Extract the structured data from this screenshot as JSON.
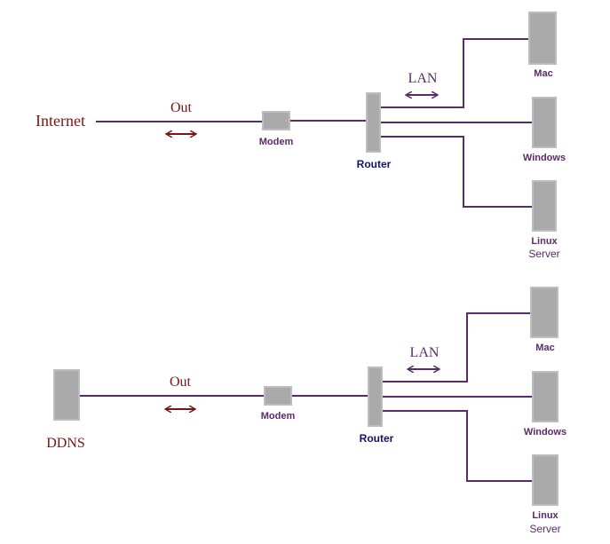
{
  "colors": {
    "line": "#5a2a6a",
    "red_text": "#7a1515",
    "purple_text": "#5a2a6a",
    "router_text": "#14146e",
    "box_fill": "#aaaaaa",
    "box_border": "#bdbdbd"
  },
  "diagram_top": {
    "source_label": "Internet",
    "out_label": "Out",
    "modem_label": "Modem",
    "router_label": "Router",
    "lan_label": "LAN",
    "mac_label": "Mac",
    "windows_label": "Windows",
    "linux_label_line1": "Linux",
    "linux_label_line2": "Server"
  },
  "diagram_bottom": {
    "source_label": "DDNS",
    "out_label": "Out",
    "modem_label": "Modem",
    "router_label": "Router",
    "lan_label": "LAN",
    "mac_label": "Mac",
    "windows_label": "Windows",
    "linux_label_line1": "Linux",
    "linux_label_line2": "Server"
  }
}
